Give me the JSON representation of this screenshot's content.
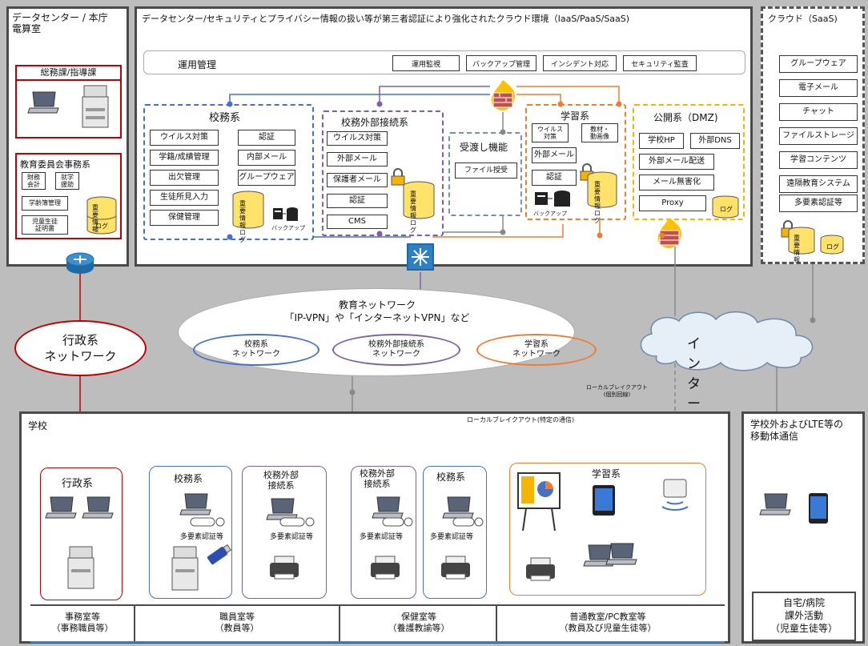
{
  "colors": {
    "blue": "#4472c4",
    "purple": "#7f5ea8",
    "orange": "#ed7d31",
    "yellow": "#f5b400",
    "red": "#c00000",
    "grey": "#888888"
  },
  "datacenter_city": {
    "title": "データセンター / 本庁\n電算室",
    "general_affairs": "総務課/指導課",
    "education_board": "教育委員会事務系",
    "items": [
      "財務\n会計",
      "就学\n援助",
      "学齢簿管理",
      "児童生徒\n証明書"
    ],
    "db_label": "重要\n情報",
    "log_label": "ログ"
  },
  "cloud_env": {
    "title": "データセンター/セキュリティとプライバシー情報の扱い等が第三者認証により強化されたクラウド環境（IaaS/PaaS/SaaS)",
    "ops_label": "運用管理",
    "ops_buttons": [
      "運用監視",
      "バックアップ管理",
      "インシデント対応",
      "セキュリティ監査"
    ]
  },
  "school_affairs": {
    "title": "校務系",
    "items_left": [
      "ウイルス対策",
      "学籍/成績管理",
      "出欠管理",
      "生徒所見入力",
      "保健管理"
    ],
    "items_right": [
      "認証",
      "内部メール",
      "グループウェア"
    ],
    "db_label": "重要\n情報\nログ",
    "backup": "バックアップ"
  },
  "external": {
    "title": "校務外部接続系",
    "items": [
      "ウイルス対策",
      "外部メール",
      "保護者メール",
      "認証",
      "CMS"
    ],
    "db_label": "重要\n情報\nログ"
  },
  "transfer": {
    "title": "受渡し機能",
    "item": "ファイル授受"
  },
  "learning": {
    "title": "学習系",
    "items": [
      "ウイルス\n対策",
      "教材・\n動画像",
      "外部メール",
      "認証"
    ],
    "db_label": "重要\n情報\nログ",
    "backup": "バックアップ"
  },
  "dmz": {
    "title": "公開系（DMZ)",
    "items": [
      "学校HP",
      "外部DNS",
      "外部メール配送",
      "メール無害化",
      "Proxy"
    ],
    "log": "ログ"
  },
  "saas": {
    "title": "クラウド（SaaS)",
    "items": [
      "グループウェア",
      "電子メール",
      "チャット",
      "ファイルストレージ",
      "学習コンテンツ",
      "遠隔教育システム",
      "多要素認証等"
    ],
    "db_label": "重要\n情報",
    "log": "ログ"
  },
  "networks": {
    "admin": "行政系\nネットワーク",
    "edu_title": "教育ネットワーク\n「IP-VPN」や「インターネットVPN」など",
    "school_net": "校務系\nネットワーク",
    "ext_net": "校務外部接続系\nネットワーク",
    "learn_net": "学習系\nネットワーク",
    "internet": "インターネット",
    "local_breakout": "ローカルブレイクアウト\n(個別回線)",
    "local_breakout_specific": "ローカルブレイクアウト(特定の通信)"
  },
  "school": {
    "title": "学校",
    "admin_room": "行政系",
    "office_footer": "事務室等\n（事務職員等）",
    "staff_school": "校務系",
    "staff_ext": "校務外部\n接続系",
    "mfa": "多要素認証等",
    "staff_footer": "職員室等\n（教員等）",
    "health_ext": "校務外部\n接続系",
    "health_school": "校務系",
    "health_footer": "保健室等\n（養護教諭等）",
    "learning_room": "学習系",
    "classroom_footer": "普通教室/PC教室等\n（教員及び児童生徒等）"
  },
  "outside": {
    "title": "学校外およびLTE等の\n移動体通信",
    "footer": "自宅/病院\n課外活動\n（児童生徒等）"
  }
}
